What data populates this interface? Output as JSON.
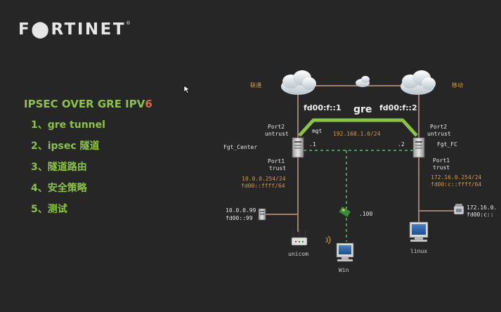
{
  "brand": {
    "logo_main": "F⬤RTINET",
    "logo_mark": "®"
  },
  "agenda": {
    "title_main": "IPSEC OVER GRE IPV",
    "title_accent": "6",
    "items": [
      "1、gre tunnel",
      "2、ipsec 隧道",
      "3、隧道路由",
      "4、安全策略",
      "5、测试"
    ]
  },
  "colors": {
    "background": "#262626",
    "agenda_text": "#8bc34a",
    "accent_red": "#e8643c",
    "tunnel_green": "#8bc34a",
    "link_line": "#a08070",
    "dashed_line": "#66bb6a",
    "orange_label": "#d49a4a",
    "white_label": "#e8e8e8",
    "device_label": "#d0d0d0"
  },
  "diagram": {
    "isp_left": "联通",
    "isp_right": "移动",
    "tunnel_name": "gre",
    "gre_left_ip": "fd00:f::1",
    "gre_right_ip": "fd00:f::2",
    "left_port2": "Port2",
    "left_untrust": "untrust",
    "right_port2": "Port2",
    "right_untrust": "untrust",
    "mgt_label": "mgt",
    "mgt_subnet": "192.168.1.0/24",
    "mgt_left_host": ".1",
    "mgt_right_host": ".2",
    "left_fw_name": "Fgt_Center",
    "right_fw_name": "Fgt_FC",
    "left_port1": "Port1",
    "left_trust": "trust",
    "right_port1": "Port1",
    "right_trust": "trust",
    "left_lan_v4": "10.0.0.254/24",
    "left_lan_v6": "fd00::ffff/64",
    "right_lan_v4": "172.16.0.254/24",
    "right_lan_v6": "fd00:c::ffff/64",
    "left_server_v4": "10.0.0.99",
    "left_server_v6": "fd00::99",
    "right_server_v4": "172.16.0.",
    "right_server_v6": "fd00:c::",
    "win_host": ".100",
    "router_name": "unicom",
    "win_name": "Win",
    "linux_name": "linux"
  }
}
